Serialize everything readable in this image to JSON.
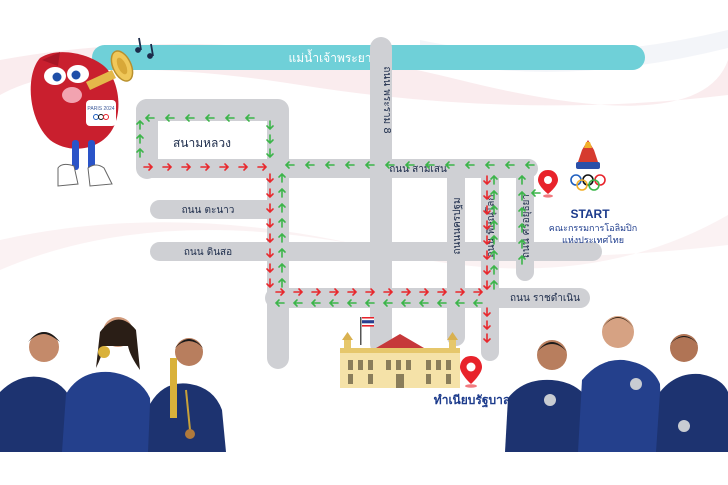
{
  "map": {
    "river_label": "แม่น้ำเจ้าพระยา",
    "roads": {
      "phra_ram_8": "ถนน พระราม 8",
      "sam_sen": "ถนน สามเสน",
      "ta_nao": "ถนน ตะนาว",
      "din_so": "ถนน ดินสอ",
      "nakhon_pathom": "ถนนนครปฐม",
      "phitsanulok": "ถนน พิษณุโลก",
      "si_ayutthaya": "ถนน ศรีอยุธยา",
      "ratchadamnoen": "ถนน ราชดำเนิน"
    },
    "sanam_luang": "สนามหลวง",
    "start": {
      "title": "START",
      "org_line1": "คณะกรรมการโอลิมปิก",
      "org_line2": "แห่งประเทศไทย"
    },
    "government_house": "ทำเนียบรัฐบาล",
    "mascot_badge": "PARIS 2024"
  },
  "colors": {
    "road": "#cfd0d4",
    "river": "#6fd0d8",
    "route_arrow_green": "#3cb54a",
    "route_arrow_red": "#e8282d",
    "pin": "#e8232b",
    "label": "#1c2b4a",
    "accent_blue": "#1c3b8c"
  },
  "icons": [
    "map-pin-icon",
    "olympic-rings-icon",
    "thai-flag-icon",
    "trumpet-icon",
    "music-note-icon"
  ]
}
